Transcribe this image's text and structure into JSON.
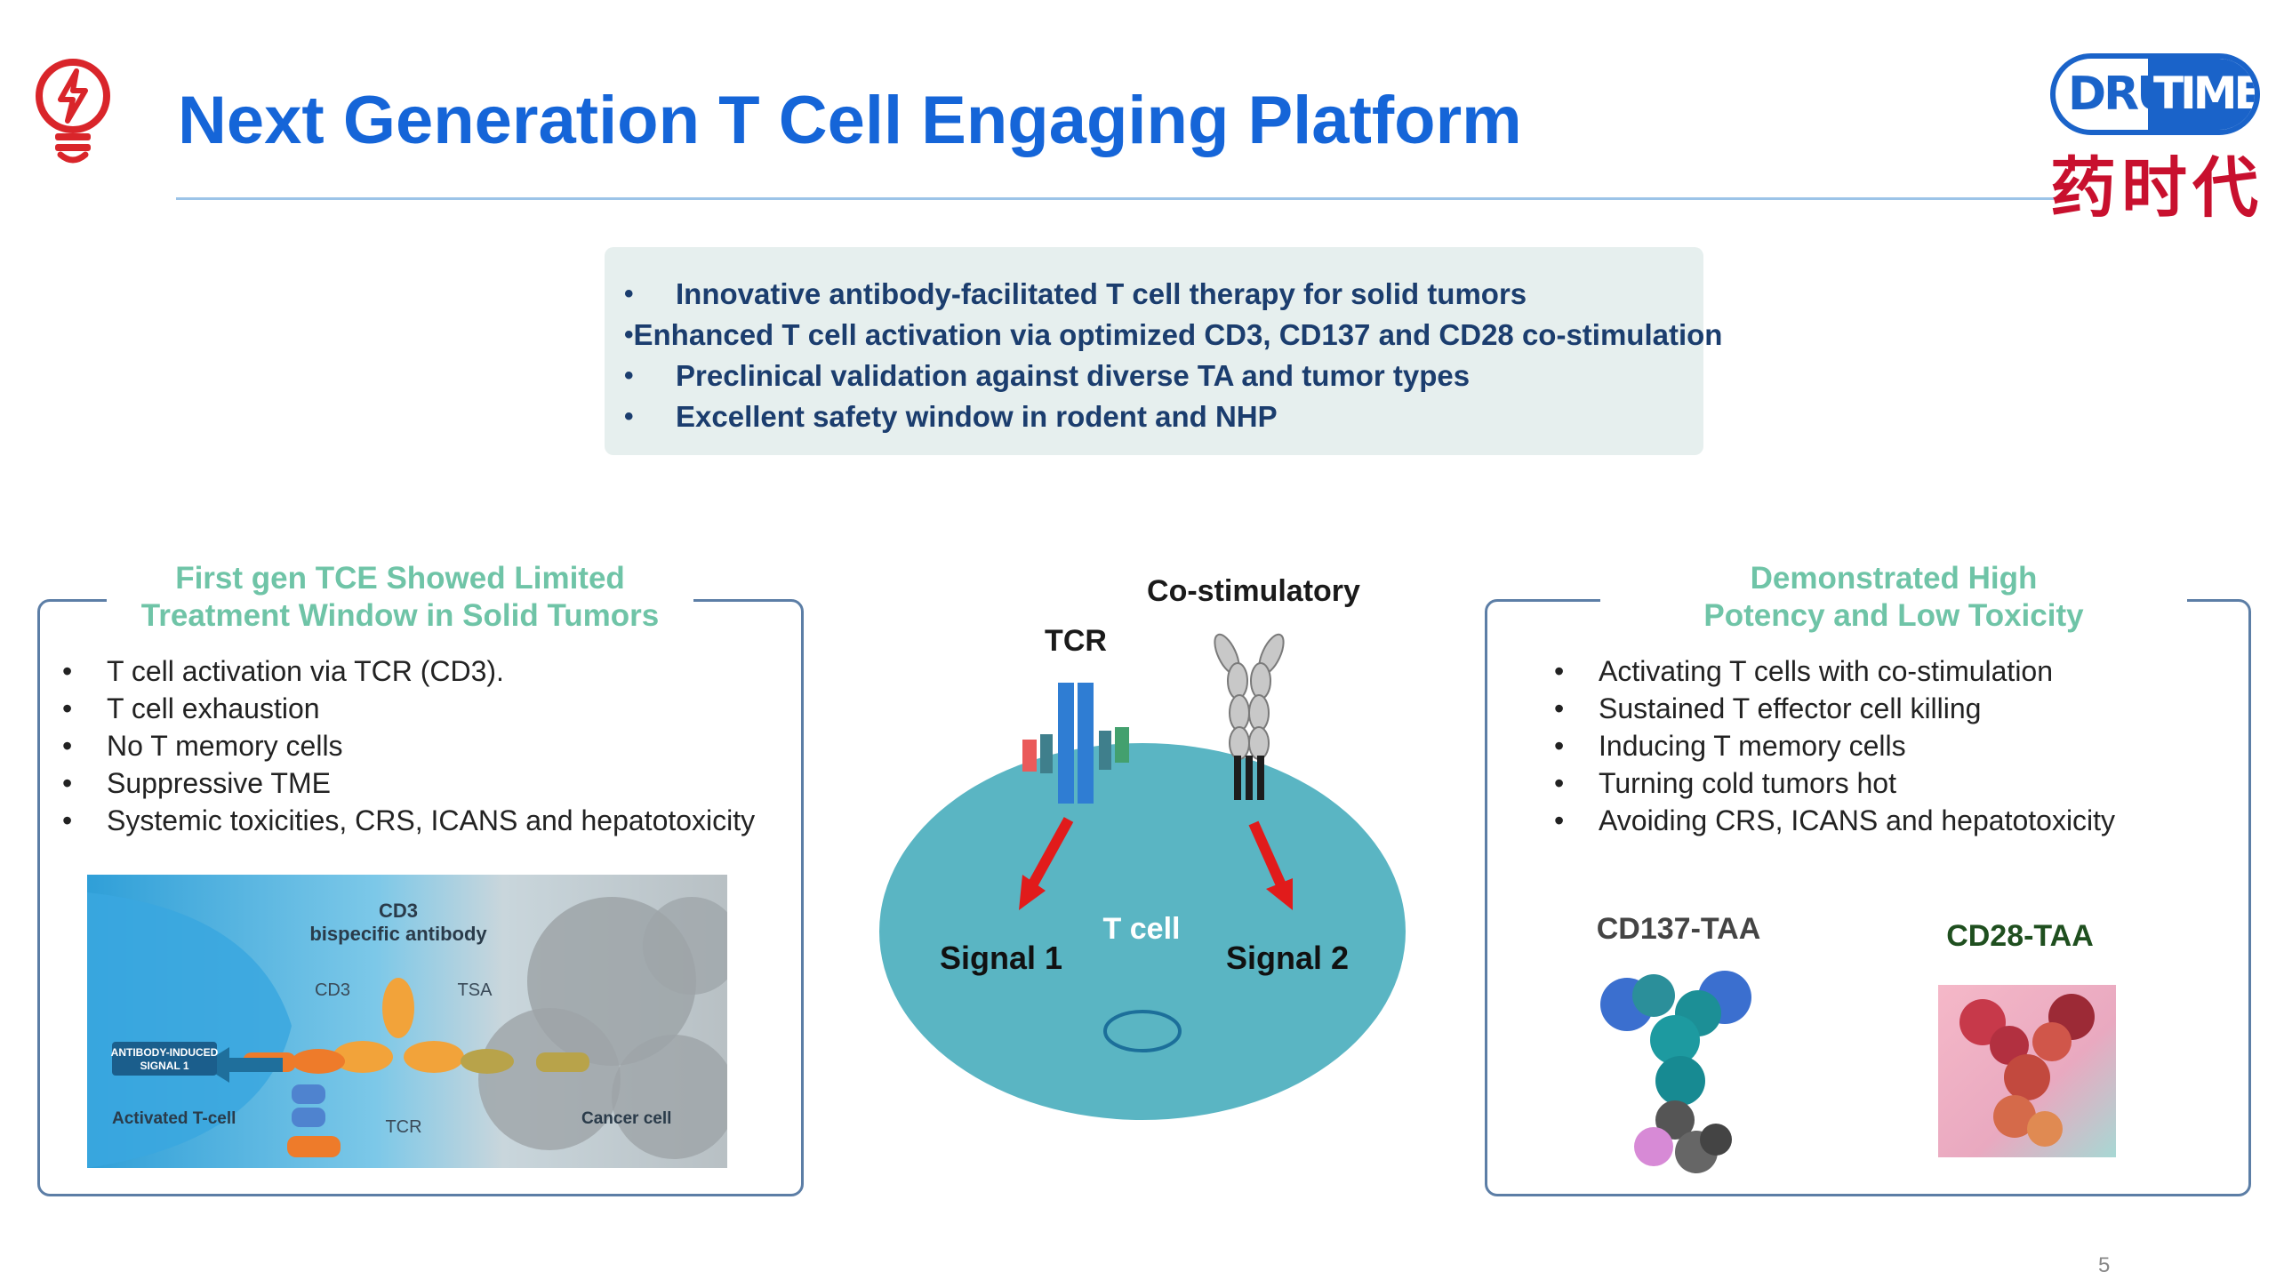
{
  "header": {
    "title": "Next Generation T Cell Engaging Platform",
    "icon": "lightbulb-bolt-icon",
    "accent_color": "#1565d8"
  },
  "logo": {
    "word1": "DRUG",
    "word2": "TIMES",
    "chinese": "药时代",
    "brand_color": "#1a63c9",
    "chinese_color": "#c8102e"
  },
  "highlights": [
    "Innovative antibody-facilitated T cell therapy for solid tumors",
    "Enhanced T cell activation via optimized CD3, CD137 and CD28 co-stimulation",
    "Preclinical validation against diverse TA and tumor types",
    "Excellent safety window in rodent and NHP"
  ],
  "bullet": "•",
  "left_panel": {
    "heading_line1": "First gen TCE Showed Limited",
    "heading_line2": "Treatment Window in Solid Tumors",
    "items": [
      "T cell activation via TCR (CD3).",
      "T cell exhaustion",
      "No T memory cells",
      "Suppressive TME",
      "Systemic toxicities, CRS, ICANS and hepatotoxicity"
    ],
    "figure": {
      "title_line1": "CD3",
      "title_line2": "bispecific antibody",
      "cd3": "CD3",
      "tsa": "TSA",
      "tcr": "TCR",
      "signal_line1": "ANTIBODY-INDUCED",
      "signal_line2": "SIGNAL 1",
      "activated": "Activated T-cell",
      "cancer": "Cancer cell"
    }
  },
  "center_figure": {
    "costim": "Co-stimulatory",
    "tcr": "TCR",
    "tcell": "T cell",
    "signal1": "Signal 1",
    "signal2": "Signal 2",
    "cell_color": "#5ab5c3",
    "arrow_color": "#e11b1b"
  },
  "right_panel": {
    "heading_line1": "Demonstrated High",
    "heading_line2": "Potency and Low Toxicity",
    "items": [
      "Activating T cells with co-stimulation",
      "Sustained T effector cell killing",
      "Inducing T memory cells",
      "Turning cold tumors hot",
      "Avoiding CRS, ICANS  and hepatotoxicity"
    ],
    "label_cd137": "CD137-TAA",
    "label_cd28": "CD28-TAA"
  },
  "page_number": "5"
}
